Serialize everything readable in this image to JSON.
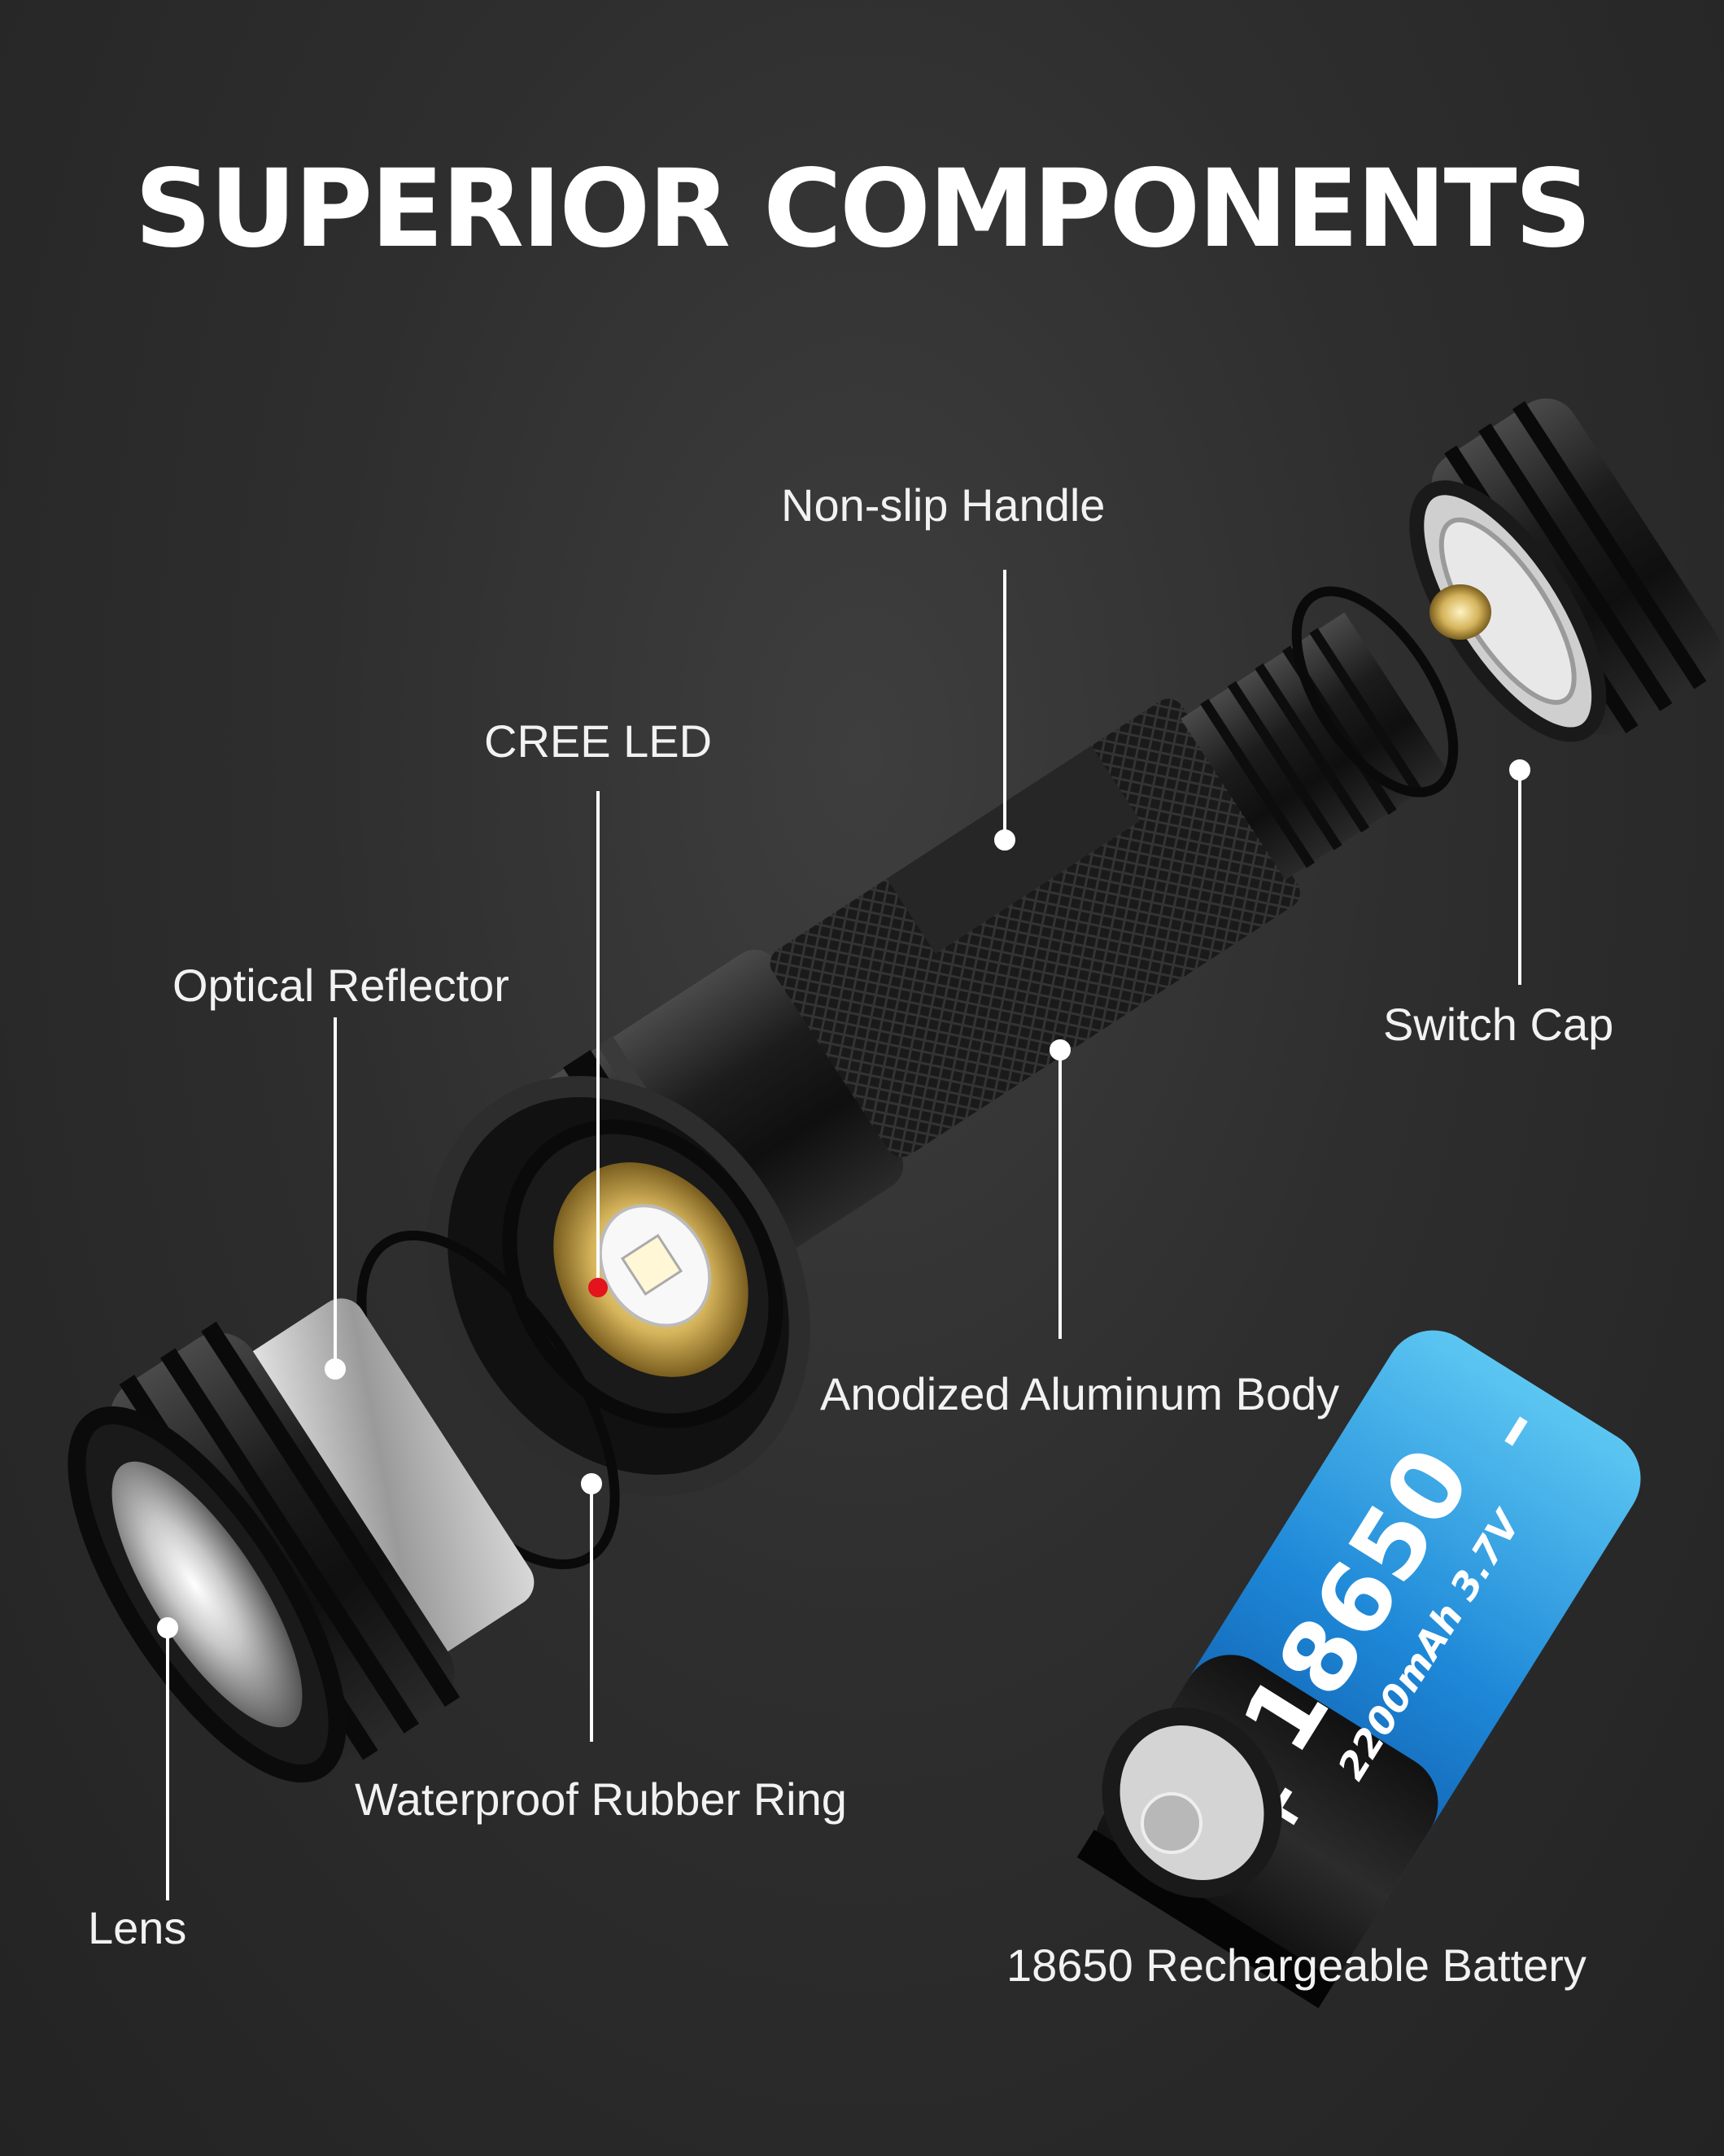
{
  "title": "SUPERIOR COMPONENTS",
  "callouts": {
    "non_slip_handle": "Non-slip Handle",
    "cree_led": "CREE LED",
    "optical_reflector": "Optical Reflector",
    "switch_cap": "Switch Cap",
    "anodized_body": "Anodized Aluminum Body",
    "waterproof_ring": "Waterproof Rubber Ring",
    "lens": "Lens",
    "battery": "18650 Rechargeable Battery"
  },
  "battery_print": {
    "model": "18650",
    "spec": "2200mAh 3.7V",
    "minus": "–",
    "plus": "+"
  },
  "colors": {
    "background": "#2e2e2e",
    "led_marker": "#e3141b",
    "battery_blue": "#1e88d8",
    "brass": "#c9a24a"
  }
}
